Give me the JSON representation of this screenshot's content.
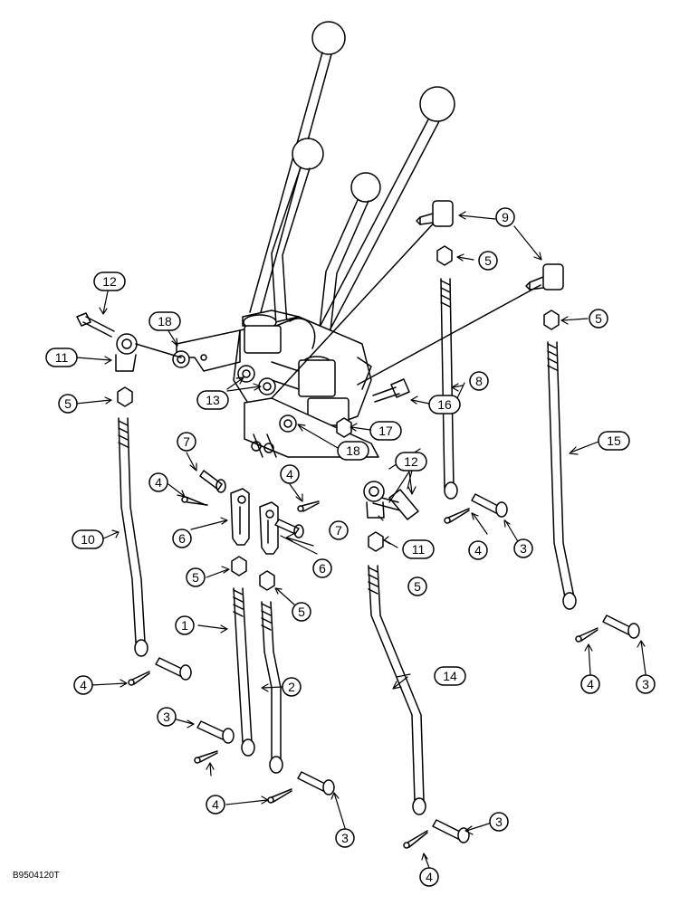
{
  "callouts": {
    "c1": "1",
    "c2": "2",
    "c3": "3",
    "c4": "4",
    "c5": "5",
    "c6": "6",
    "c7": "7",
    "c8": "8",
    "c9": "9",
    "c10": "10",
    "c11": "11",
    "c12": "12",
    "c13": "13",
    "c14": "14",
    "c15": "15",
    "c16": "16",
    "c17": "17",
    "c18": "18"
  },
  "figure_code": "B9504120T"
}
